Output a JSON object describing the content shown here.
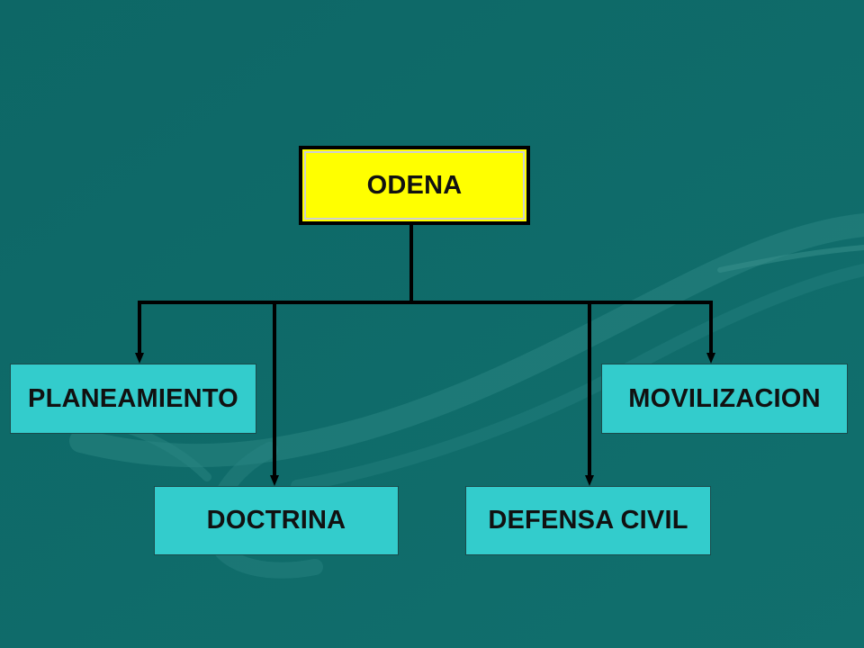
{
  "diagram": {
    "root": {
      "label": "ODENA"
    },
    "children": [
      {
        "id": "planeamiento",
        "label": "PLANEAMIENTO"
      },
      {
        "id": "doctrina",
        "label": "DOCTRINA"
      },
      {
        "id": "defensa_civil",
        "label": "DEFENSA CIVIL"
      },
      {
        "id": "movilizacion",
        "label": "MOVILIZACION"
      }
    ],
    "edges": [
      {
        "from": "ODENA",
        "to": "PLANEAMIENTO"
      },
      {
        "from": "ODENA",
        "to": "DOCTRINA"
      },
      {
        "from": "ODENA",
        "to": "DEFENSA CIVIL"
      },
      {
        "from": "ODENA",
        "to": "MOVILIZACION"
      }
    ]
  },
  "colors": {
    "background": "#0f6b6a",
    "root_fill": "#ffff00",
    "child_fill": "#33cccc",
    "connector": "#000000"
  }
}
